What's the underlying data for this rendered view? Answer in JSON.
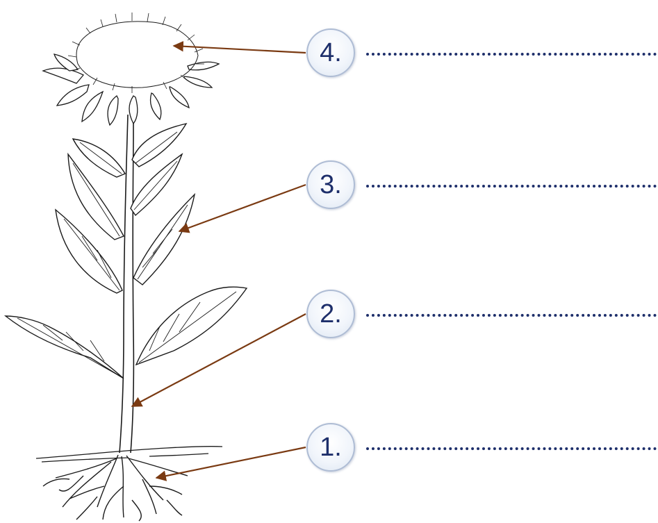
{
  "labels": [
    {
      "number": "4.",
      "part": "flower"
    },
    {
      "number": "3.",
      "part": "leaf"
    },
    {
      "number": "2.",
      "part": "stem"
    },
    {
      "number": "1.",
      "part": "root"
    }
  ],
  "colors": {
    "arrow": "#7a3a12",
    "badge_text": "#1e2f6b",
    "badge_border": "#aebcd4",
    "ink": "#1a1a1a"
  }
}
